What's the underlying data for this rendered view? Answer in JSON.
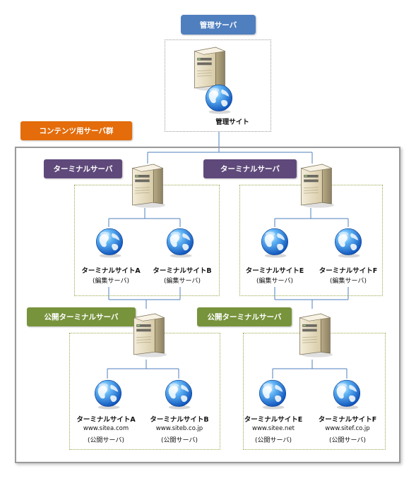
{
  "colors": {
    "blue_tag": "#4f7fbf",
    "orange_tag": "#e46c0a",
    "purple_tag": "#5f497a",
    "green_tag": "#77933c",
    "line": "#4f7fbf"
  },
  "mgmt": {
    "tag": "管理サーバ",
    "site_label": "管理サイト"
  },
  "group": {
    "tag": "コンテンツ用サーバ群"
  },
  "terminal_left": {
    "tag": "ターミナルサーバ",
    "sites": [
      {
        "name": "ターミナルサイトA",
        "role": "(編集サーバ)"
      },
      {
        "name": "ターミナルサイトB",
        "role": "(編集サーバ)"
      }
    ]
  },
  "terminal_right": {
    "tag": "ターミナルサーバ",
    "sites": [
      {
        "name": "ターミナルサイトE",
        "role": "(編集サーバ)"
      },
      {
        "name": "ターミナルサイトF",
        "role": "(編集サーバ)"
      }
    ]
  },
  "public_left": {
    "tag": "公開ターミナルサーバ",
    "sites": [
      {
        "name": "ターミナルサイトA",
        "url": "www.sitea.com",
        "role": "(公開サーバ)"
      },
      {
        "name": "ターミナルサイトB",
        "url": "www.siteb.co.jp",
        "role": "(公開サーバ)"
      }
    ]
  },
  "public_right": {
    "tag": "公開ターミナルサーバ",
    "sites": [
      {
        "name": "ターミナルサイトE",
        "url": "www.sitee.net",
        "role": "(公開サーバ)"
      },
      {
        "name": "ターミナルサイトF",
        "url": "www.sitef.co.jp",
        "role": "(公開サーバ)"
      }
    ]
  }
}
